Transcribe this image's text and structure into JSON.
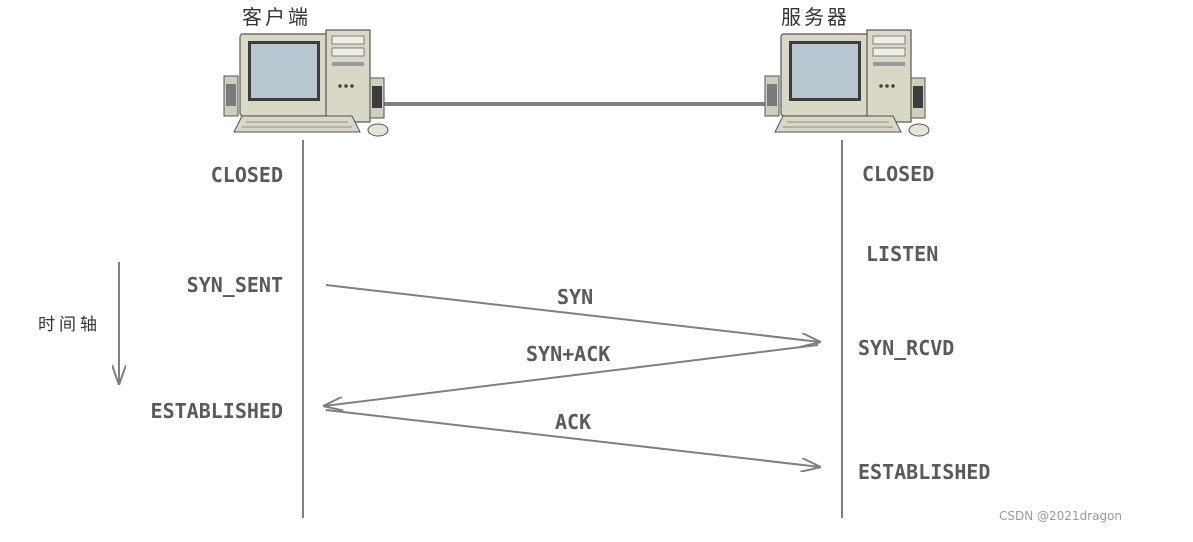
{
  "client": {
    "title": "客户端",
    "states": {
      "closed": "CLOSED",
      "syn_sent": "SYN_SENT",
      "established": "ESTABLISHED"
    }
  },
  "server": {
    "title": "服务器",
    "states": {
      "closed": "CLOSED",
      "listen": "LISTEN",
      "syn_rcvd": "SYN_RCVD",
      "established": "ESTABLISHED"
    }
  },
  "timeline": {
    "label": "时间轴"
  },
  "messages": {
    "syn": "SYN",
    "syn_ack": "SYN+ACK",
    "ack": "ACK"
  },
  "watermark": "CSDN @2021dragon",
  "colors": {
    "line": "#7f7f7f",
    "text": "#5a5a5a",
    "computer_body": "#d9d7c6",
    "screen": "#b8c7cf"
  },
  "icons": {
    "client_computer": "desktop-computer-icon",
    "server_computer": "desktop-computer-icon"
  }
}
